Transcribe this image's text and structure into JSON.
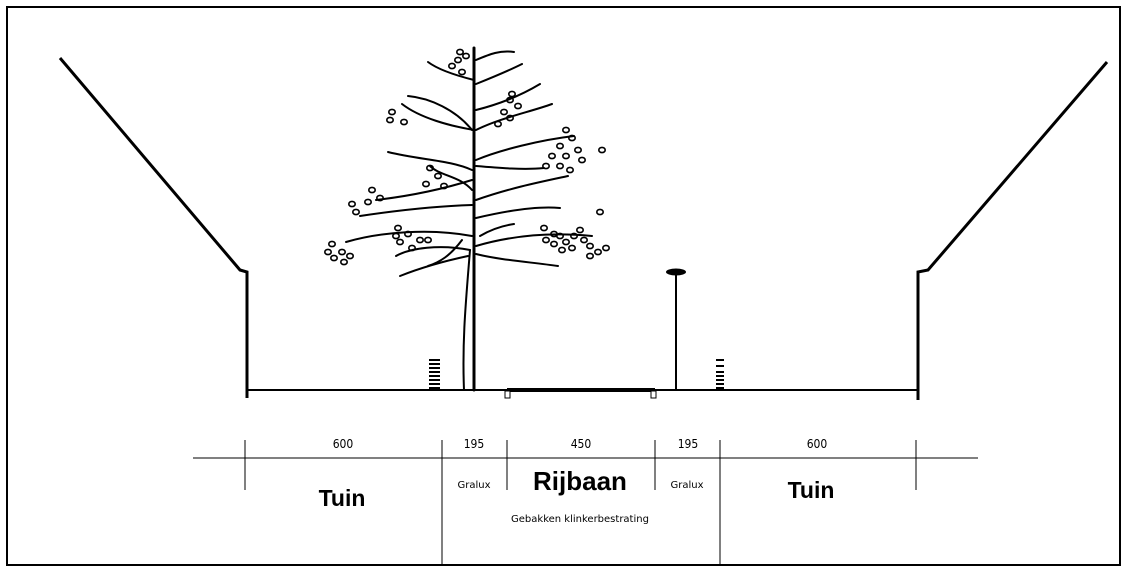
{
  "dimensions": [
    {
      "value": "600"
    },
    {
      "value": "195"
    },
    {
      "value": "450"
    },
    {
      "value": "195"
    },
    {
      "value": "600"
    }
  ],
  "zones": {
    "tuin_left": "Tuin",
    "gralux_left": "Gralux",
    "rijbaan": "Rijbaan",
    "rijbaan_sub": "Gebakken klinkerbestrating",
    "gralux_right": "Gralux",
    "tuin_right": "Tuin"
  },
  "colors": {
    "line": "#000000",
    "background": "#ffffff"
  },
  "icons": [
    "tree-icon",
    "streetlamp-icon",
    "bollard-icon"
  ]
}
